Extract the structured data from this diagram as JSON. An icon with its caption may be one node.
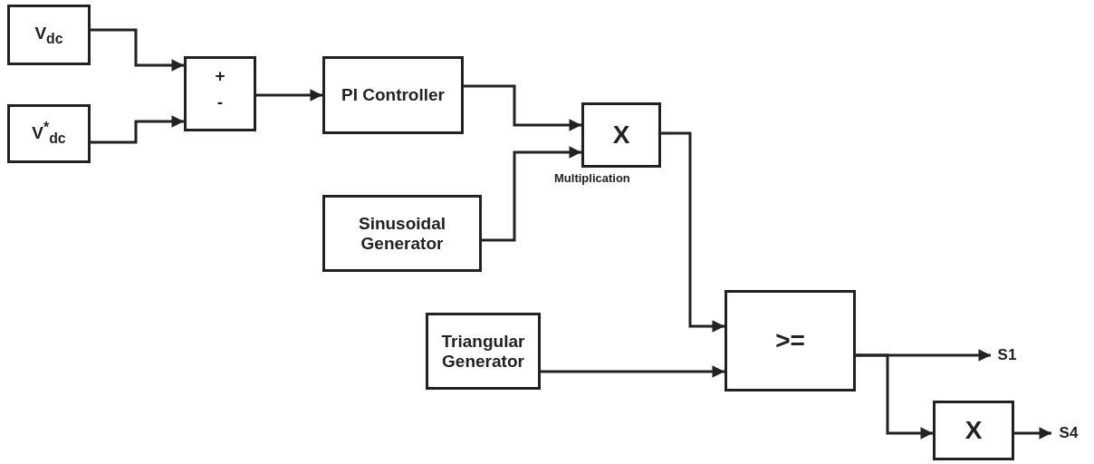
{
  "diagram": {
    "nodes": [
      {
        "text": [
          "V$_{dc}$"
        ]
      },
      {
        "text": [
          "V$^{*}$$_{dc}$"
        ]
      },
      {
        "text": [
          "+",
          "-"
        ]
      },
      {
        "text": [
          "PI Controller"
        ]
      },
      {
        "text": [
          "X"
        ],
        "beside": [
          "Multiplication"
        ]
      },
      {
        "text": [
          "Sinusoidal Generator"
        ]
      },
      {
        "text": [
          "Triangular Generator"
        ]
      },
      {
        "text": [
          ">="
        ]
      },
      {
        "text": [
          "S1"
        ]
      },
      {
        "text": [
          "X"
        ]
      },
      {
        "text": [
          "S4"
        ]
      }
    ],
    "edges": [
      {
        "from": 0,
        "to": 2,
        "arrow": "to"
      },
      {
        "from": 1,
        "to": 2,
        "arrow": "to"
      },
      {
        "from": 2,
        "to": 3,
        "arrow": "to"
      },
      {
        "from": 3,
        "to": 4,
        "arrow": "to"
      },
      {
        "from": 5,
        "to": 4,
        "arrow": "to"
      },
      {
        "from": 4,
        "to": 7,
        "arrow": "to"
      },
      {
        "from": 6,
        "to": 7,
        "arrow": "to"
      },
      {
        "from": 7,
        "to": 8,
        "arrow": "to"
      },
      {
        "from": 7,
        "to": 9,
        "arrow": "to"
      },
      {
        "from": 9,
        "to": 10,
        "arrow": "to"
      }
    ]
  }
}
